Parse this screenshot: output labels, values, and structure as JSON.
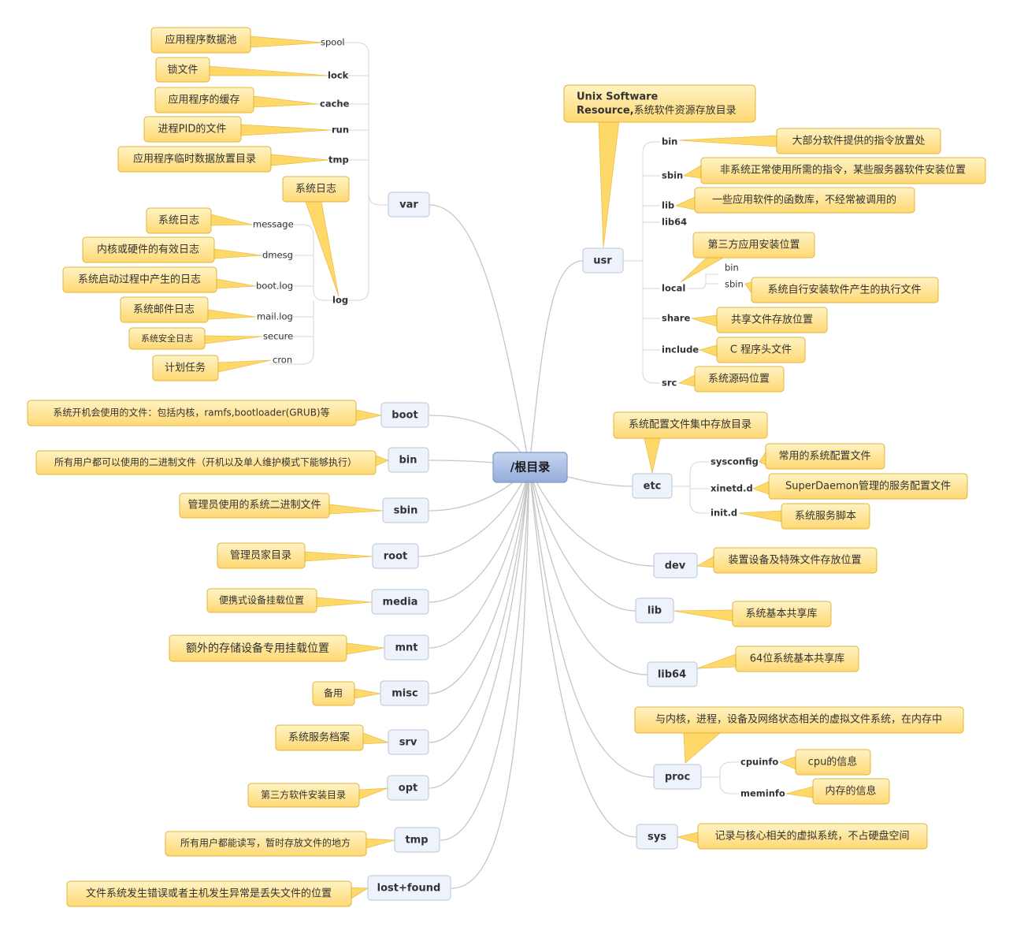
{
  "root": "/根目录",
  "var": {
    "label": "var",
    "children": [
      {
        "label": "spool",
        "note": "应用程序数据池"
      },
      {
        "label": "lock",
        "note": "锁文件"
      },
      {
        "label": "cache",
        "note": "应用程序的缓存"
      },
      {
        "label": "run",
        "note": "进程PID的文件"
      },
      {
        "label": "tmp",
        "note": "应用程序临时数据放置目录"
      }
    ],
    "log": {
      "label": "log",
      "note": "系统日志",
      "children": [
        {
          "label": "message",
          "note": "系统日志"
        },
        {
          "label": "dmesg",
          "note": "内核或硬件的有效日志"
        },
        {
          "label": "boot.log",
          "note": "系统启动过程中产生的日志"
        },
        {
          "label": "mail.log",
          "note": "系统邮件日志"
        },
        {
          "label": "secure",
          "note": "系统安全日志"
        },
        {
          "label": "cron",
          "note": "计划任务"
        }
      ]
    }
  },
  "left": [
    {
      "label": "boot",
      "note": "系统开机会使用的文件：包括内核，ramfs,bootloader(GRUB)等"
    },
    {
      "label": "bin",
      "note": "所有用户都可以使用的二进制文件（开机以及单人维护模式下能够执行）"
    },
    {
      "label": "sbin",
      "note": "管理员使用的系统二进制文件"
    },
    {
      "label": "root",
      "note": "管理员家目录"
    },
    {
      "label": "media",
      "note": "便携式设备挂载位置"
    },
    {
      "label": "mnt",
      "note": "额外的存储设备专用挂载位置"
    },
    {
      "label": "misc",
      "note": "备用"
    },
    {
      "label": "srv",
      "note": "系统服务档案"
    },
    {
      "label": "opt",
      "note": "第三方软件安装目录"
    },
    {
      "label": "tmp",
      "note": "所有用户都能读写，暂时存放文件的地方"
    },
    {
      "label": "lost+found",
      "note": "文件系统发生错误或者主机发生异常是丢失文件的位置"
    }
  ],
  "usr": {
    "label": "usr",
    "note_line1": "Unix Software",
    "note_line2_bold": "Resource,",
    "note_line2_rest": "系统软件资源存放目录",
    "children": [
      {
        "label": "bin",
        "note": "大部分软件提供的指令放置处"
      },
      {
        "label": "sbin",
        "note": "非系统正常使用所需的指令，某些服务器软件安装位置"
      },
      {
        "label": "lib",
        "note": "一些应用软件的函数库，不经常被调用的"
      },
      {
        "label": "lib64",
        "note": ""
      },
      {
        "label": "local",
        "note": "第三方应用安装位置",
        "sub": [
          {
            "label": "bin",
            "note": ""
          },
          {
            "label": "sbin",
            "note": "系统自行安装软件产生的执行文件"
          }
        ]
      },
      {
        "label": "share",
        "note": "共享文件存放位置"
      },
      {
        "label": "include",
        "note": "C 程序头文件"
      },
      {
        "label": "src",
        "note": "系统源码位置"
      }
    ]
  },
  "etc": {
    "label": "etc",
    "note": "系统配置文件集中存放目录",
    "children": [
      {
        "label": "sysconfig",
        "note": "常用的系统配置文件"
      },
      {
        "label": "xinetd.d",
        "note": "SuperDaemon管理的服务配置文件"
      },
      {
        "label": "init.d",
        "note": "系统服务脚本"
      }
    ]
  },
  "right": [
    {
      "label": "dev",
      "note": "装置设备及特殊文件存放位置"
    },
    {
      "label": "lib",
      "note": "系统基本共享库"
    },
    {
      "label": "lib64",
      "note": "64位系统基本共享库"
    }
  ],
  "proc": {
    "label": "proc",
    "note": "与内核，进程，设备及网络状态相关的虚拟文件系统，在内存中",
    "children": [
      {
        "label": "cpuinfo",
        "note": "cpu的信息"
      },
      {
        "label": "meminfo",
        "note": "内存的信息"
      }
    ]
  },
  "sys": {
    "label": "sys",
    "note": "记录与核心相关的虚拟系统，不占硬盘空间"
  },
  "colors": {
    "note_fill_top": "#fff3c4",
    "note_fill_bottom": "#ffd873",
    "note_stroke": "#e0b43a",
    "node_fill": "#eef3fb",
    "root_fill": "#a9bfe3",
    "line": "#c6c6c6"
  }
}
